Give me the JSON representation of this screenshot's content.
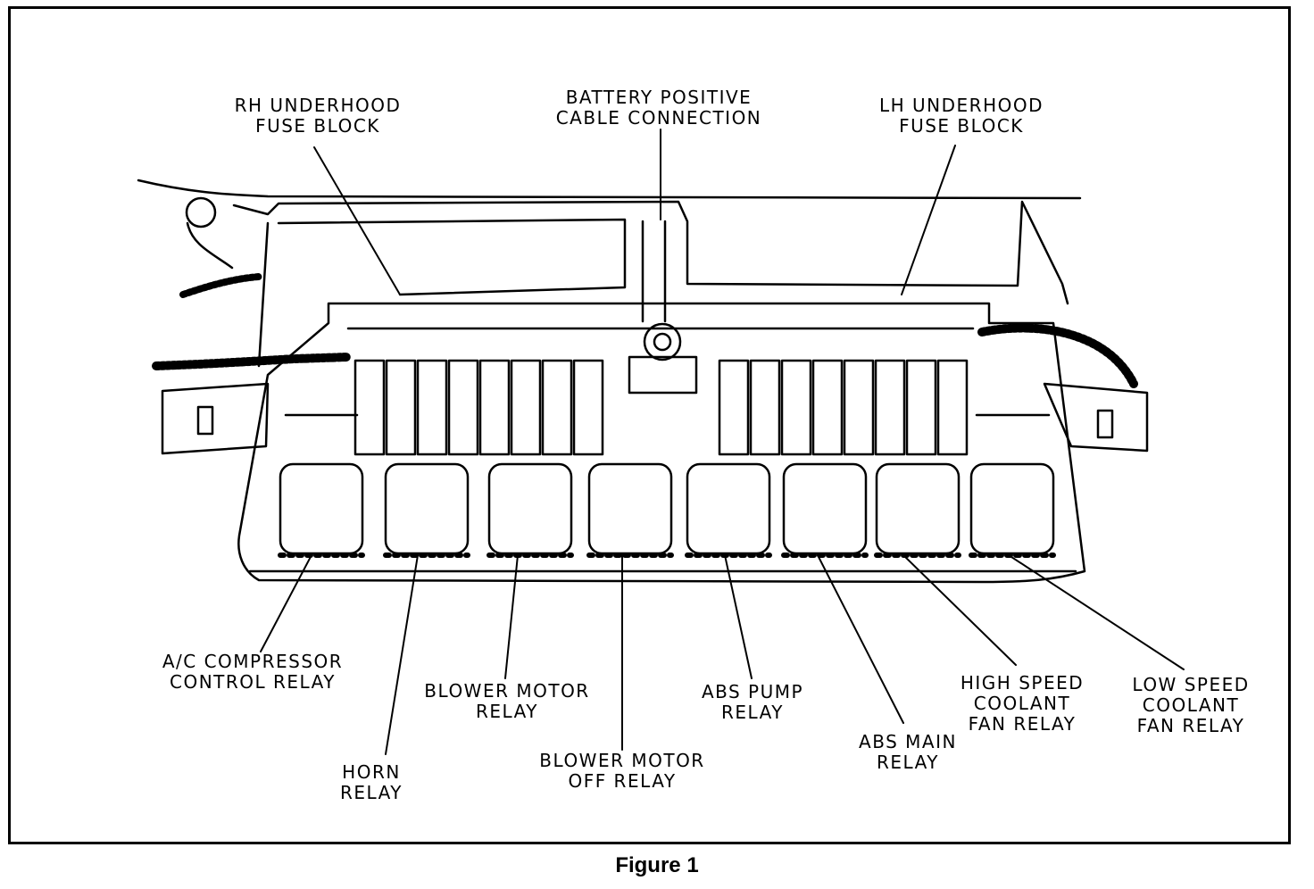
{
  "caption": "Figure 1",
  "labels": {
    "rh_fuse_block": [
      "RH UNDERHOOD",
      "FUSE BLOCK"
    ],
    "battery_connection": [
      "BATTERY POSITIVE",
      "CABLE CONNECTION"
    ],
    "lh_fuse_block": [
      "LH UNDERHOOD",
      "FUSE BLOCK"
    ],
    "ac_compressor_relay": [
      "A/C COMPRESSOR",
      "CONTROL RELAY"
    ],
    "horn_relay": [
      "HORN",
      "RELAY"
    ],
    "blower_motor_relay": [
      "BLOWER MOTOR",
      "RELAY"
    ],
    "blower_motor_off_relay": [
      "BLOWER MOTOR",
      "OFF RELAY"
    ],
    "abs_pump_relay": [
      "ABS PUMP",
      "RELAY"
    ],
    "abs_main_relay": [
      "ABS MAIN",
      "RELAY"
    ],
    "high_speed_fan_relay": [
      "HIGH SPEED",
      "COOLANT",
      "FAN RELAY"
    ],
    "low_speed_fan_relay": [
      "LOW SPEED",
      "COOLANT",
      "FAN RELAY"
    ]
  },
  "colors": {
    "ink": "#000000",
    "paper": "#ffffff"
  }
}
